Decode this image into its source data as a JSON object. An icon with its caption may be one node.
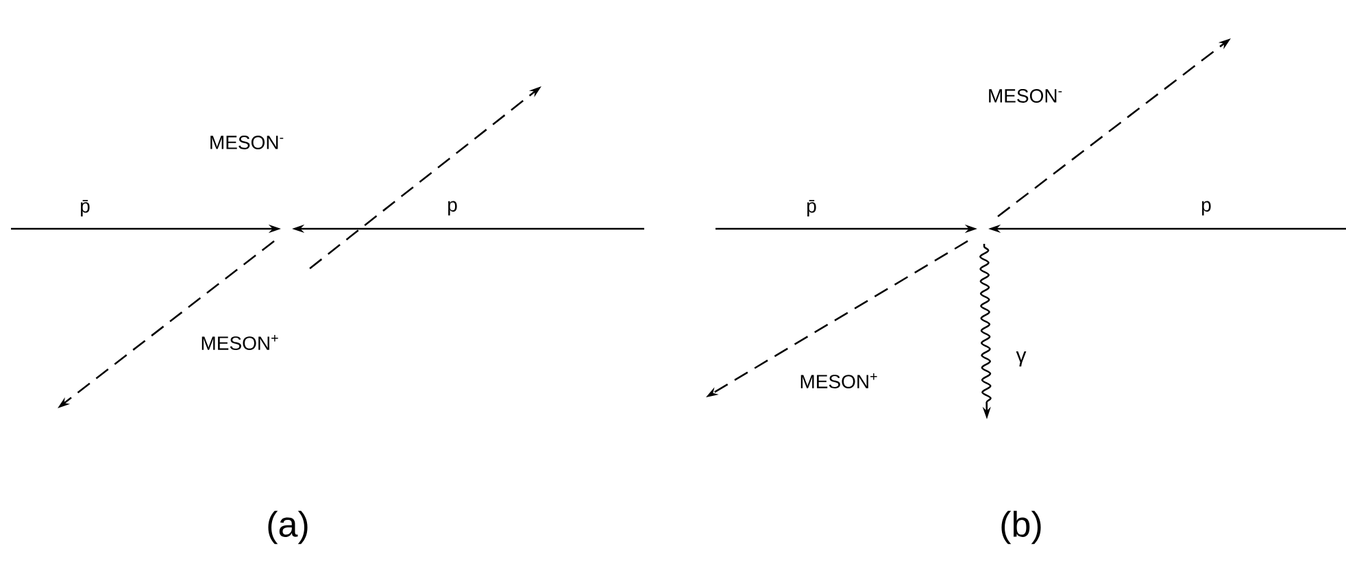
{
  "diagram": {
    "labels": [
      "MESON$^{-}$",
      "p̄",
      "p",
      "MESON$^{+}$",
      "(a)",
      "MESON$^{-}$",
      "p̄",
      "p",
      "MESON$^{+}$",
      "γ",
      "(b)"
    ]
  }
}
